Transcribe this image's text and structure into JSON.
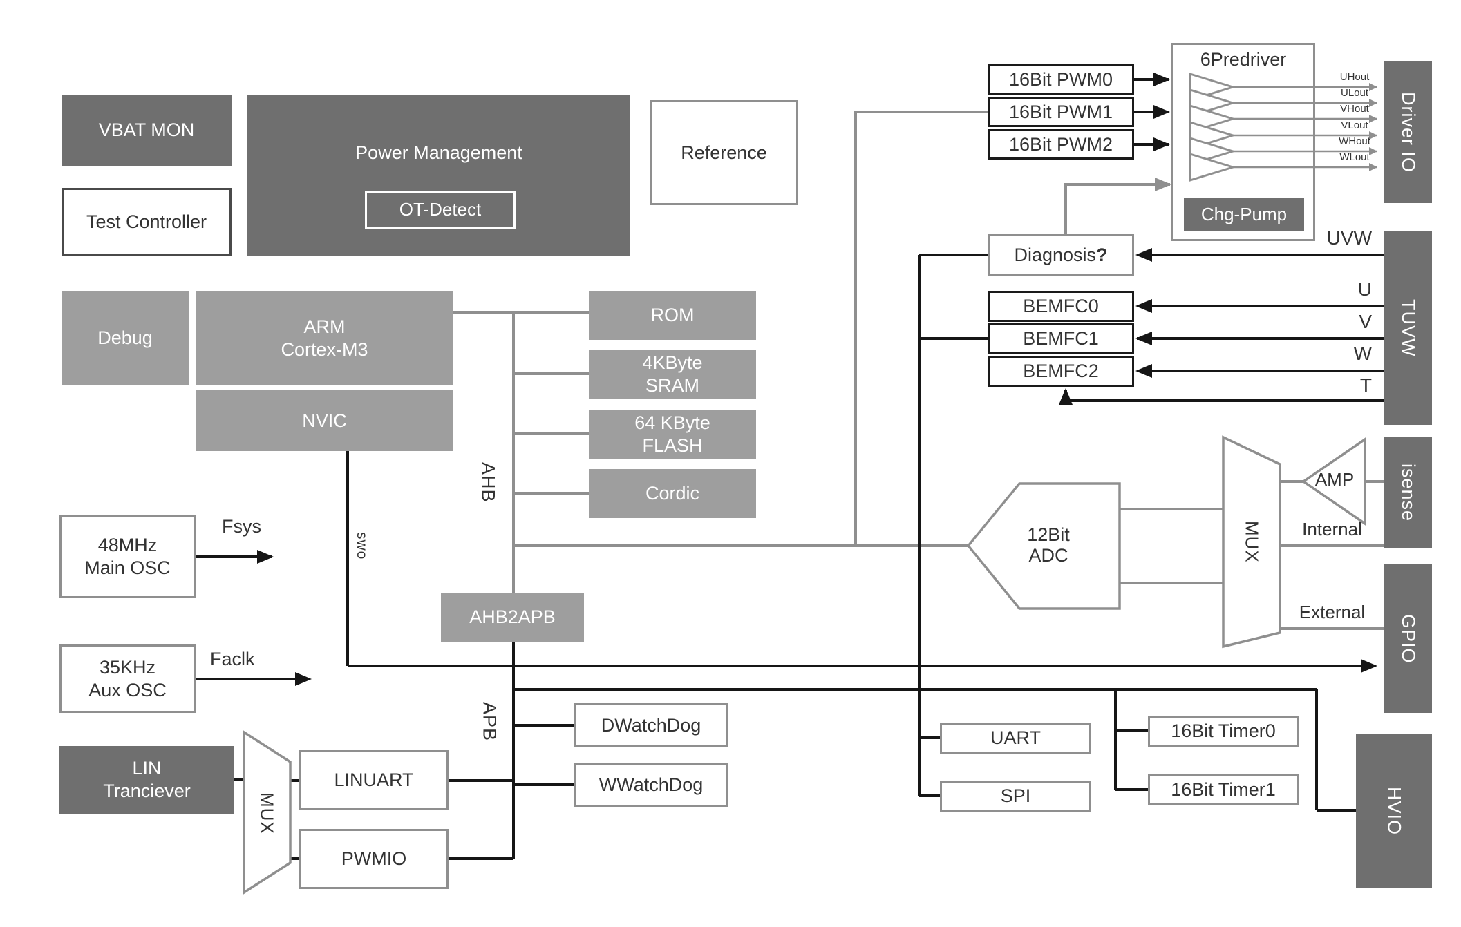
{
  "colors": {
    "dark_fill": "#6f6f6f",
    "medium_fill": "#9e9e9e",
    "gray_line": "#8f8f8f",
    "black_line": "#161616",
    "black_border": "#1a1a1a"
  },
  "blocks": {
    "vbat_mon": "VBAT MON",
    "test_controller": "Test Controller",
    "power_management": "Power Management",
    "ot_detect": "OT-Detect",
    "reference": "Reference",
    "debug": "Debug",
    "arm": "ARM\nCortex-M3",
    "nvic": "NVIC",
    "rom": "ROM",
    "sram": "4KByte\nSRAM",
    "flash": "64 KByte\nFLASH",
    "cordic": "Cordic",
    "ahb2apb": "AHB2APB",
    "main_osc": "48MHz\nMain OSC",
    "aux_osc": "35KHz\nAux OSC",
    "lin": "LIN\nTranciever",
    "linuart": "LINUART",
    "pwmio": "PWMIO",
    "dwatchdog": "DWatchDog",
    "wwatchdog": "WWatchDog",
    "uart": "UART",
    "spi": "SPI",
    "timer0": "16Bit Timer0",
    "timer1": "16Bit Timer1",
    "pwm0": "16Bit PWM0",
    "pwm1": "16Bit PWM1",
    "pwm2": "16Bit PWM2",
    "predriver": "6Predriver",
    "chg_pump": "Chg-Pump",
    "diagnosis": "Diagnosis",
    "diagnosis_q": "?",
    "bemfc0": "BEMFC0",
    "bemfc1": "BEMFC1",
    "bemfc2": "BEMFC2",
    "adc": "12Bit\nADC",
    "amp": "AMP"
  },
  "io_blocks": {
    "driver_io": "Driver IO",
    "tuvw": "TUVW",
    "isense": "isense",
    "gpio": "GPIO",
    "hvio": "HVIO"
  },
  "buses": {
    "ahb": "AHB",
    "apb": "APB",
    "swo": "swo"
  },
  "mux_label": "MUX",
  "signals": {
    "fsys": "Fsys",
    "faclk": "Faclk",
    "uvw": "UVW",
    "u": "U",
    "v": "V",
    "w": "W",
    "t": "T",
    "internal": "Internal",
    "external": "External"
  },
  "driver_outputs": [
    "UHout",
    "ULout",
    "VHout",
    "VLout",
    "WHout",
    "WLout"
  ]
}
